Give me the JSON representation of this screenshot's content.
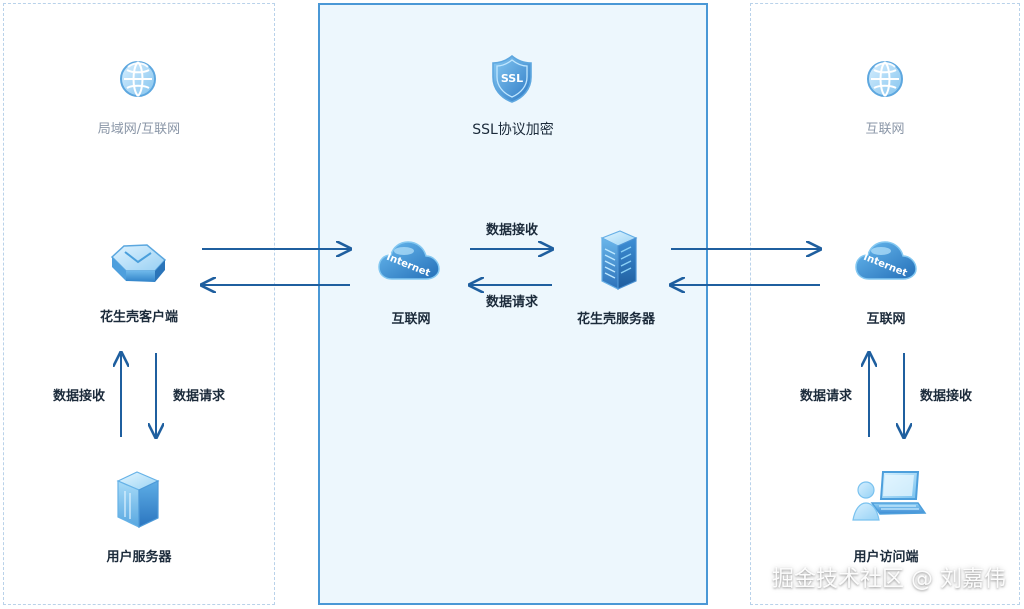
{
  "left_panel": {
    "network_label": "局域网/互联网",
    "client_label": "花生壳客户端",
    "receive_label": "数据接收",
    "request_label": "数据请求",
    "server_label": "用户服务器"
  },
  "center_panel": {
    "ssl_badge": "SSL",
    "ssl_label": "SSL协议加密",
    "internet_label": "互联网",
    "internet_badge": "Internet",
    "receive_label": "数据接收",
    "request_label": "数据请求",
    "server_label": "花生壳服务器"
  },
  "right_panel": {
    "network_label": "互联网",
    "internet_label": "互联网",
    "internet_badge": "Internet",
    "request_label": "数据请求",
    "receive_label": "数据接收",
    "access_label": "用户访问端"
  },
  "watermark": "掘金技术社区 @ 刘嘉伟",
  "colors": {
    "accent": "#2f78c4",
    "line": "#1f5f9f",
    "panel_fill": "#edf7fd",
    "panel_border": "#4a98d6",
    "dashed_border": "#b9d2ea"
  }
}
